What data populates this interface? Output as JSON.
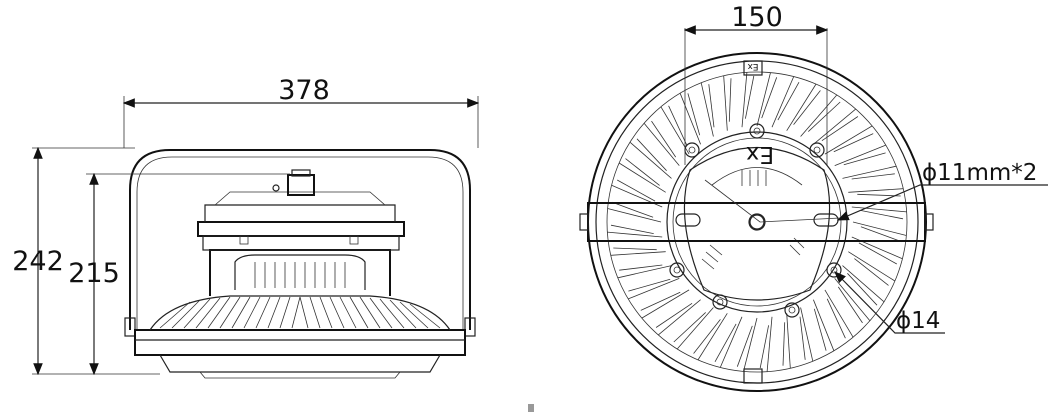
{
  "dimensions": {
    "width_label": "378",
    "height_outer_label": "242",
    "height_inner_label": "215",
    "bracket_label": "150",
    "hole_label": "ϕ11mm*2",
    "bolt_label": "ϕ14"
  },
  "marks": {
    "ex_top": "Ex",
    "ex_front": "Ex"
  }
}
